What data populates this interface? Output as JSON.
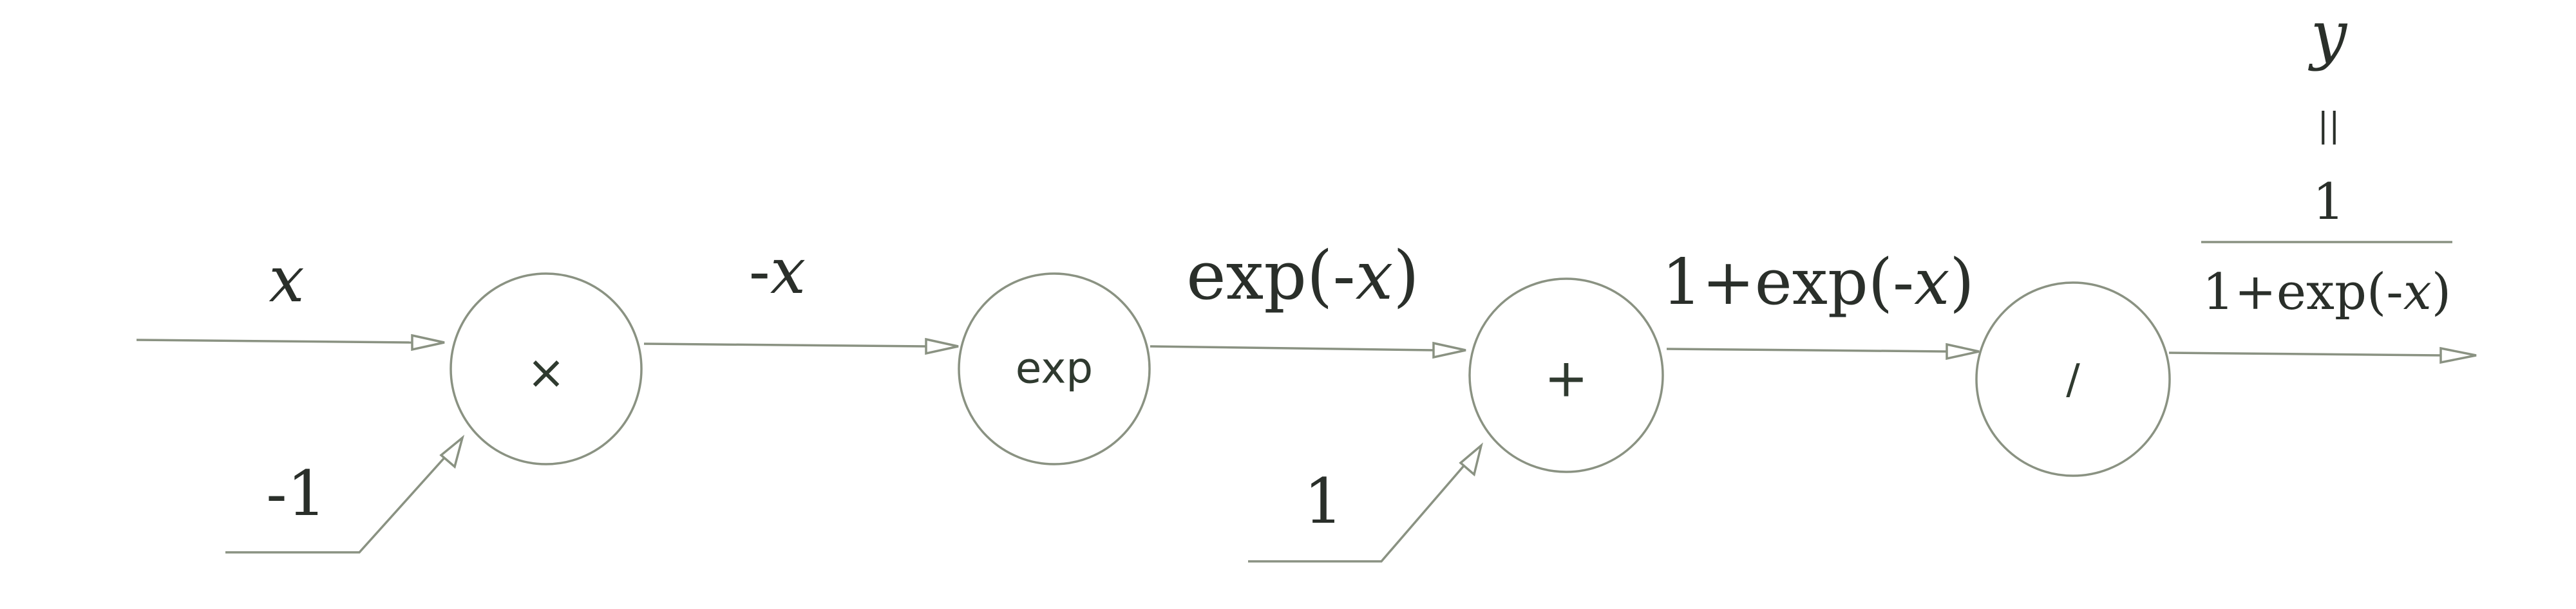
{
  "nodes": {
    "multiply": {
      "symbol": "×"
    },
    "exp": {
      "symbol": "exp"
    },
    "plus": {
      "symbol": "+"
    },
    "divide": {
      "symbol": "/"
    }
  },
  "labels": {
    "x": "x",
    "neg_one": "-1",
    "neg_x": {
      "prefix": "-",
      "var": "x"
    },
    "exp_neg_x": {
      "prefix": "exp(-",
      "var": "x",
      "suffix": ")"
    },
    "one": "1",
    "one_plus_exp": {
      "prefix": "1+exp(-",
      "var": "x",
      "suffix": ")"
    },
    "output": {
      "var": "y",
      "equals": "||",
      "numerator": "1",
      "denominator_prefix": "1+exp(-",
      "denominator_var": "x",
      "denominator_suffix": ")"
    }
  }
}
